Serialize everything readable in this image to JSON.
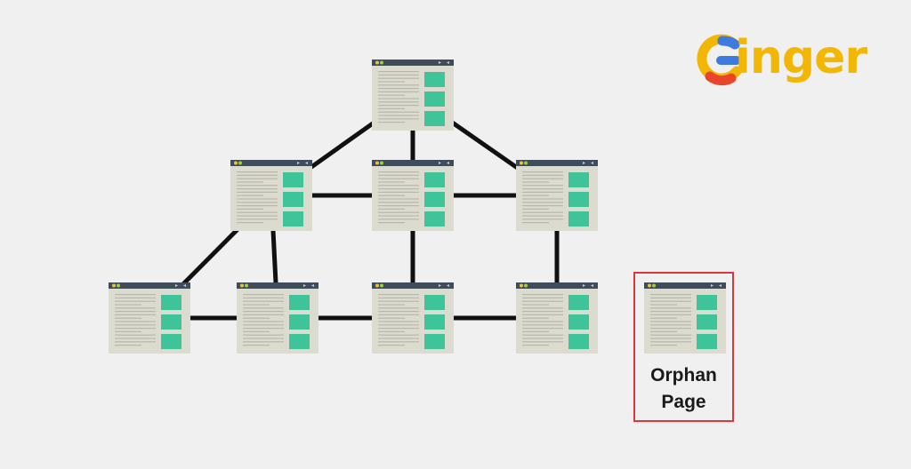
{
  "brand": {
    "text": "inger",
    "color": "#f2b705"
  },
  "orphan": {
    "label_line1": "Orphan",
    "label_line2": "Page",
    "border_color": "#d9383a"
  },
  "colors": {
    "window_frame": "#dcdbcf",
    "title_bar": "#3f4d5a",
    "panel_accent": "#3fc49a",
    "edge": "#111111",
    "background": "#f0f0f0"
  },
  "nodes": [
    {
      "id": "top"
    },
    {
      "id": "mid-left"
    },
    {
      "id": "mid-center"
    },
    {
      "id": "mid-right"
    },
    {
      "id": "bottom-1"
    },
    {
      "id": "bottom-2"
    },
    {
      "id": "bottom-3"
    },
    {
      "id": "bottom-4"
    },
    {
      "id": "orphan"
    }
  ],
  "links": [
    [
      "top",
      "mid-left"
    ],
    [
      "top",
      "mid-center"
    ],
    [
      "top",
      "mid-right"
    ],
    [
      "mid-left",
      "mid-center"
    ],
    [
      "mid-center",
      "mid-right"
    ],
    [
      "mid-left",
      "bottom-1"
    ],
    [
      "mid-left",
      "bottom-2"
    ],
    [
      "mid-center",
      "bottom-3"
    ],
    [
      "mid-right",
      "bottom-4"
    ],
    [
      "bottom-1",
      "bottom-2"
    ],
    [
      "bottom-2",
      "bottom-3"
    ],
    [
      "bottom-3",
      "bottom-4"
    ]
  ]
}
